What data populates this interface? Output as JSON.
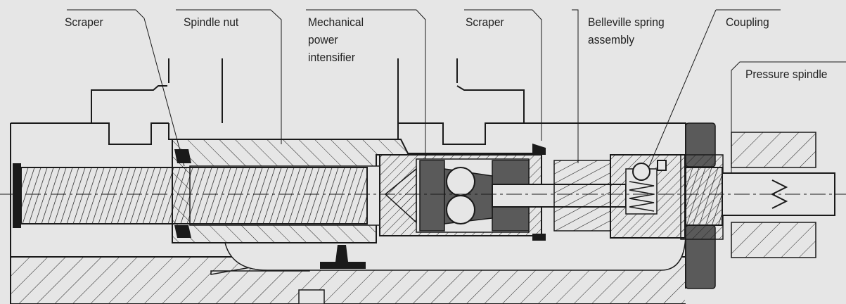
{
  "labels": {
    "scraper_left": "Scraper",
    "spindle_nut": "Spindle nut",
    "power_intensifier": [
      "Mechanical",
      "power",
      "intensifier"
    ],
    "scraper_right": "Scraper",
    "belleville": [
      "Belleville spring",
      "assembly"
    ],
    "coupling": "Coupling",
    "pressure_spindle": "Pressure spindle"
  },
  "colors": {
    "background": "#e6e6e6",
    "line": "#1a1a1a",
    "seal_dark": "#555555",
    "hatch": "#222222"
  }
}
